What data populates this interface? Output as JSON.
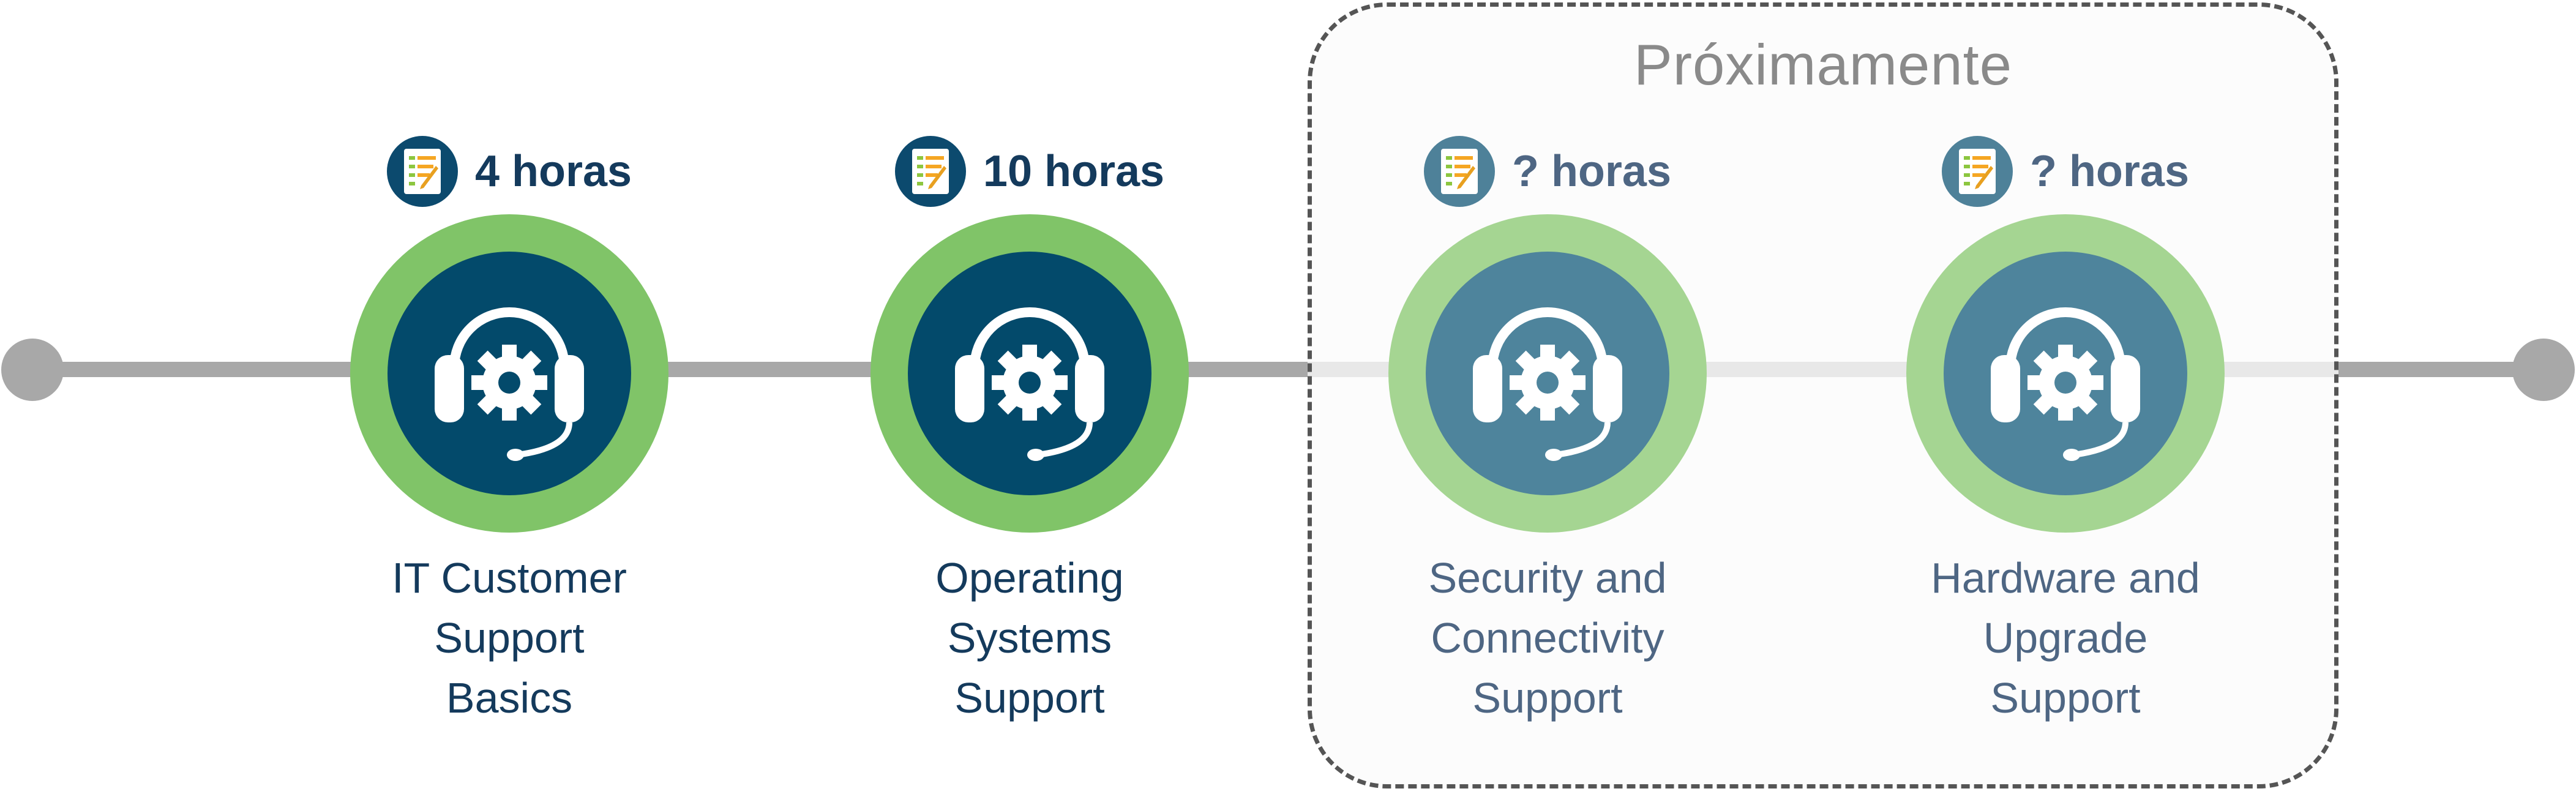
{
  "coming_soon": {
    "label": "Próximamente"
  },
  "courses": [
    {
      "hours": "4 horas",
      "name_lines": [
        "IT Customer",
        "Support",
        "Basics"
      ],
      "status": "available"
    },
    {
      "hours": "10 horas",
      "name_lines": [
        "Operating",
        "Systems",
        "Support"
      ],
      "status": "available"
    },
    {
      "hours": "? horas",
      "name_lines": [
        "Security and",
        "Connectivity",
        "Support"
      ],
      "status": "coming-soon"
    },
    {
      "hours": "? horas",
      "name_lines": [
        "Hardware and",
        "Upgrade",
        "Support"
      ],
      "status": "coming-soon"
    }
  ],
  "icons": {
    "hours_badge": "document-checklist-icon",
    "course": "headset-gear-icon"
  },
  "colors": {
    "ring_available": "#80c468",
    "ring_soon": "#a5d592",
    "core_available": "#034a6b",
    "core_soon": "#4e849c",
    "line": "#a8a8a8"
  }
}
